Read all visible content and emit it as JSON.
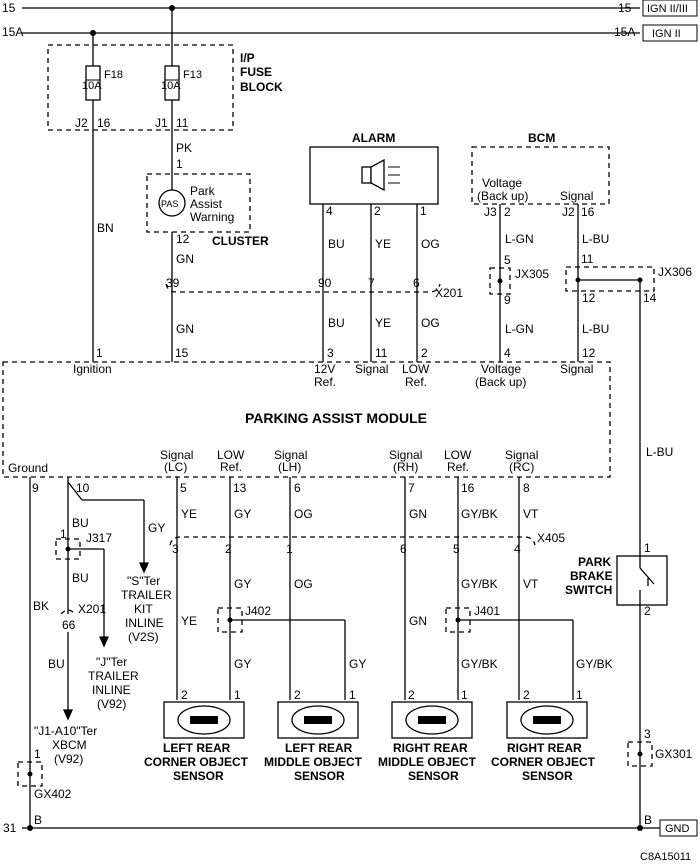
{
  "bus": {
    "ign15": {
      "left": "15",
      "right": "15",
      "tag": "IGN II/III"
    },
    "ign15a": {
      "left": "15A",
      "right": "15A",
      "tag": "IGN II"
    },
    "gnd": {
      "left": "31",
      "b_left": "B",
      "b_right": "B",
      "tag": "GND"
    }
  },
  "fuse_block": {
    "title": [
      "I/P",
      "FUSE",
      "BLOCK"
    ],
    "fuses": [
      {
        "name": "F18",
        "rating": "10A",
        "conn": "J2",
        "pin": "16"
      },
      {
        "name": "F13",
        "rating": "10A",
        "conn": "J1",
        "pin": "11"
      }
    ]
  },
  "cluster": {
    "label": "CLUSTER",
    "symbol": "PAS",
    "text": [
      "Park",
      "Assist",
      "Warning"
    ],
    "pin_in": "1",
    "pin_out": "12",
    "wire_in": "PK",
    "wire_out": "GN"
  },
  "alarm": {
    "label": "ALARM",
    "pins": [
      "4",
      "2",
      "1"
    ],
    "wires": [
      "BU",
      "YE",
      "OG"
    ]
  },
  "bcm": {
    "label": "BCM",
    "voltage_text": [
      "Voltage",
      "(Back up)"
    ],
    "signal_text": "Signal",
    "conn_left": "J3",
    "pin_left": "2",
    "conn_right": "J2",
    "pin_right": "16",
    "wire_left": "L-GN",
    "wire_right": "L-BU"
  },
  "connectors": {
    "x201": "X201",
    "x201_pins": [
      "39",
      "90",
      "7",
      "6"
    ],
    "jx305": "JX305",
    "jx305_pins": [
      "5",
      "9"
    ],
    "jx306": "JX306",
    "jx306_pins": [
      "11",
      "12",
      "14"
    ],
    "x405": "X405",
    "x405_pins": [
      "3",
      "2",
      "1",
      "6",
      "5",
      "4"
    ],
    "j317": "J317",
    "j317_pin": "1",
    "x201b": "X201",
    "x201b_pin": "66",
    "j402": "J402",
    "j401": "J401",
    "gx402": "GX402",
    "gx402_pin": "1",
    "gx301": "GX301",
    "gx301_pin": "3"
  },
  "pam": {
    "title": "PARKING ASSIST MODULE",
    "top_pins": [
      {
        "num": "1",
        "label": [
          "Ignition"
        ]
      },
      {
        "num": "15",
        "label": [
          ""
        ]
      },
      {
        "num": "3",
        "label": [
          "12V",
          "Ref."
        ]
      },
      {
        "num": "11",
        "label": [
          "Signal"
        ]
      },
      {
        "num": "2",
        "label": [
          "LOW",
          "Ref."
        ]
      },
      {
        "num": "4",
        "label": [
          "Voltage",
          "(Back up)"
        ]
      },
      {
        "num": "12",
        "label": [
          "Signal"
        ]
      }
    ],
    "bottom_pins": [
      {
        "num": "9",
        "label": [
          "Ground"
        ]
      },
      {
        "num": "10",
        "label": [
          ""
        ]
      },
      {
        "num": "5",
        "label": [
          "Signal",
          "(LC)"
        ]
      },
      {
        "num": "13",
        "label": [
          "LOW",
          "Ref."
        ]
      },
      {
        "num": "6",
        "label": [
          "Signal",
          "(LH)"
        ]
      },
      {
        "num": "7",
        "label": [
          "Signal",
          "(RH)"
        ]
      },
      {
        "num": "16",
        "label": [
          "LOW",
          "Ref."
        ]
      },
      {
        "num": "8",
        "label": [
          "Signal",
          "(RC)"
        ]
      }
    ]
  },
  "wires": {
    "bn": "BN",
    "gn": "GN",
    "bu": "BU",
    "ye": "YE",
    "og": "OG",
    "lgn": "L-GN",
    "lbu": "L-BU",
    "gy": "GY",
    "gybk": "GY/BK",
    "vt": "VT",
    "bk": "BK"
  },
  "trailer": {
    "s_ter": [
      "\"S\"Ter",
      "TRAILER",
      "KIT",
      "INLINE",
      "(V2S)"
    ],
    "j_ter": [
      "\"J\"Ter",
      "TRAILER",
      "INLINE",
      "(V92)"
    ],
    "xbcm": [
      "\"J1-A10\"Ter",
      "XBCM",
      "(V92)"
    ]
  },
  "switch": {
    "label": [
      "PARK",
      "BRAKE",
      "SWITCH"
    ],
    "pins": [
      "1",
      "2"
    ],
    "wire": "L-BU"
  },
  "sensors": [
    {
      "name": [
        "LEFT REAR",
        "CORNER OBJECT",
        "SENSOR"
      ],
      "pins": [
        "2",
        "1"
      ]
    },
    {
      "name": [
        "LEFT REAR",
        "MIDDLE OBJECT",
        "SENSOR"
      ],
      "pins": [
        "2",
        "1"
      ]
    },
    {
      "name": [
        "RIGHT REAR",
        "MIDDLE OBJECT",
        "SENSOR"
      ],
      "pins": [
        "2",
        "1"
      ]
    },
    {
      "name": [
        "RIGHT REAR",
        "CORNER OBJECT",
        "SENSOR"
      ],
      "pins": [
        "2",
        "1"
      ]
    }
  ],
  "diagram_id": "C8A15011"
}
